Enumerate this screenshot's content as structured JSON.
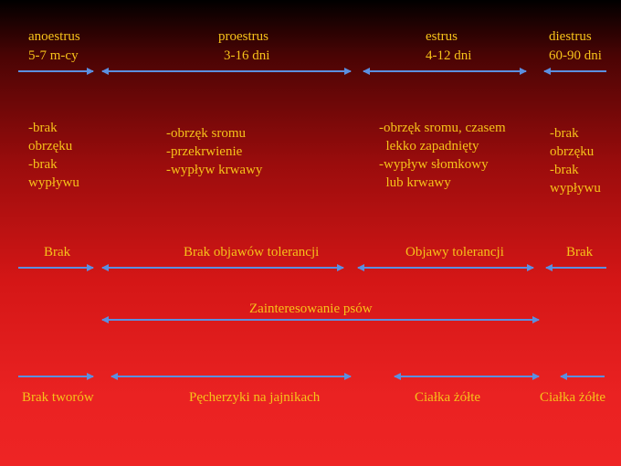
{
  "phases": [
    {
      "name": "anoestrus",
      "duration": "5-7 m-cy"
    },
    {
      "name": "proestrus",
      "duration": "3-16 dni"
    },
    {
      "name": "estrus",
      "duration": "4-12 dni"
    },
    {
      "name": "diestrus",
      "duration": "60-90 dni"
    }
  ],
  "symptoms": [
    "-brak\nobrzęku\n-brak\nwypływu",
    "-obrzęk sromu\n-przekrwienie\n-wypływ krwawy",
    "-obrzęk sromu, czasem\n  lekko zapadnięty\n-wypływ słomkowy\n  lub krwawy",
    "-brak\nobrzęku\n-brak\nwypływu"
  ],
  "tolerance": [
    "Brak",
    "Brak objawów tolerancji",
    "Objawy tolerancji",
    "Brak"
  ],
  "interest": "Zainteresowanie psów",
  "ovary": [
    "Brak tworów",
    "Pęcherzyki na jajnikach",
    "Ciałka żółte",
    "Ciałka żółte"
  ],
  "colors": {
    "text": "#f6c21a",
    "arrow": "#5b8fe0",
    "background_top": "#000000",
    "background_bottom": "#ee2424"
  }
}
